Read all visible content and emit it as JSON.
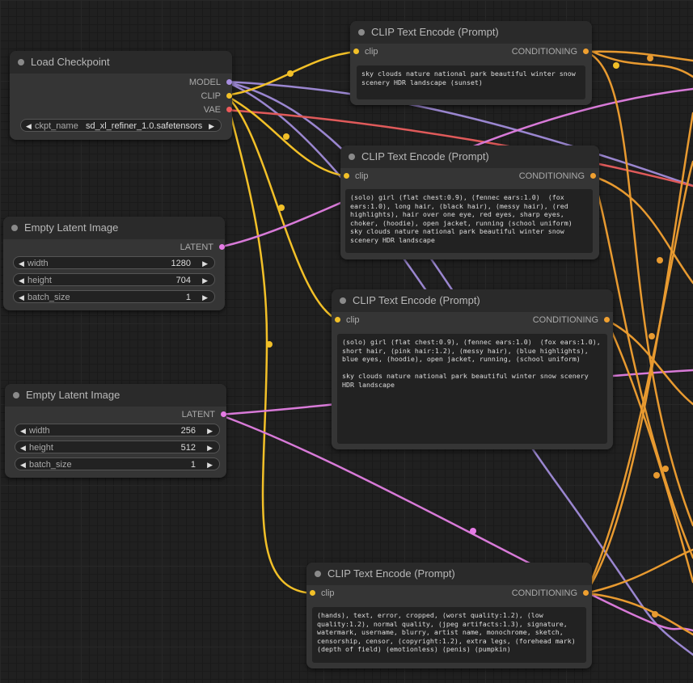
{
  "colors": {
    "clip": "#f2c028",
    "conditioning": "#f0a030",
    "model": "#a88ee0",
    "vae": "#ee5a5a",
    "latent": "#e67be6"
  },
  "nodes": {
    "load_checkpoint": {
      "title": "Load Checkpoint",
      "outputs": [
        "MODEL",
        "CLIP",
        "VAE"
      ],
      "widget": {
        "label": "ckpt_name",
        "value": "sd_xl_refiner_1.0.safetensors"
      }
    },
    "latent1": {
      "title": "Empty Latent Image",
      "output": "LATENT",
      "widgets": [
        {
          "label": "width",
          "value": "1280"
        },
        {
          "label": "height",
          "value": "704"
        },
        {
          "label": "batch_size",
          "value": "1"
        }
      ]
    },
    "latent2": {
      "title": "Empty Latent Image",
      "output": "LATENT",
      "widgets": [
        {
          "label": "width",
          "value": "256"
        },
        {
          "label": "height",
          "value": "512"
        },
        {
          "label": "batch_size",
          "value": "1"
        }
      ]
    },
    "clip1": {
      "title": "CLIP Text Encode (Prompt)",
      "input": "clip",
      "output": "CONDITIONING",
      "text": "sky clouds nature national park beautiful winter snow scenery HDR landscape (sunset)"
    },
    "clip2": {
      "title": "CLIP Text Encode (Prompt)",
      "input": "clip",
      "output": "CONDITIONING",
      "text": "(solo) girl (flat chest:0.9), (fennec ears:1.0)  (fox ears:1.0), long hair, (black hair), (messy hair), (red highlights), hair over one eye, red eyes, sharp eyes, choker, (hoodie), open jacket, running (school uniform)\nsky clouds nature national park beautiful winter snow scenery HDR landscape"
    },
    "clip3": {
      "title": "CLIP Text Encode (Prompt)",
      "input": "clip",
      "output": "CONDITIONING",
      "text": "(solo) girl (flat chest:0.9), (fennec ears:1.0)  (fox ears:1.0), short hair, (pink hair:1.2), (messy hair), (blue highlights), blue eyes, (hoodie), open jacket, running, (school uniform)\n\nsky clouds nature national park beautiful winter snow scenery HDR landscape"
    },
    "clip4": {
      "title": "CLIP Text Encode (Prompt)",
      "input": "clip",
      "output": "CONDITIONING",
      "text": "(hands), text, error, cropped, (worst quality:1.2), (low quality:1.2), normal quality, (jpeg artifacts:1.3), signature, watermark, username, blurry, artist name, monochrome, sketch, censorship, censor, (copyright:1.2), extra legs, (forehead mark) (depth of field) (emotionless) (penis) (pumpkin)"
    }
  }
}
